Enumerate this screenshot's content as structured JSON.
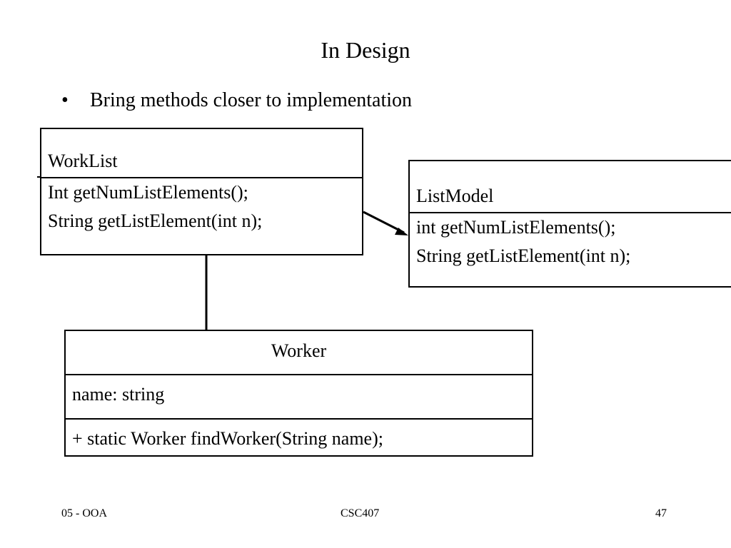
{
  "slide": {
    "title": "In Design",
    "bullet": "Bring methods closer to implementation",
    "bullet_marker": "•"
  },
  "classes": {
    "worklist": {
      "name": "WorkList",
      "methods": [
        "Int getNumListElements();",
        "String getListElement(int n);"
      ]
    },
    "listmodel": {
      "name": "ListModel",
      "methods": [
        "int getNumListElements();",
        "String getListElement(int n);"
      ]
    },
    "worker": {
      "name": "Worker",
      "attribute": "name: string",
      "method": "+ static Worker findWorker(String name);"
    }
  },
  "footer": {
    "left": "05 - OOA",
    "center": "CSC407",
    "right": "47"
  }
}
